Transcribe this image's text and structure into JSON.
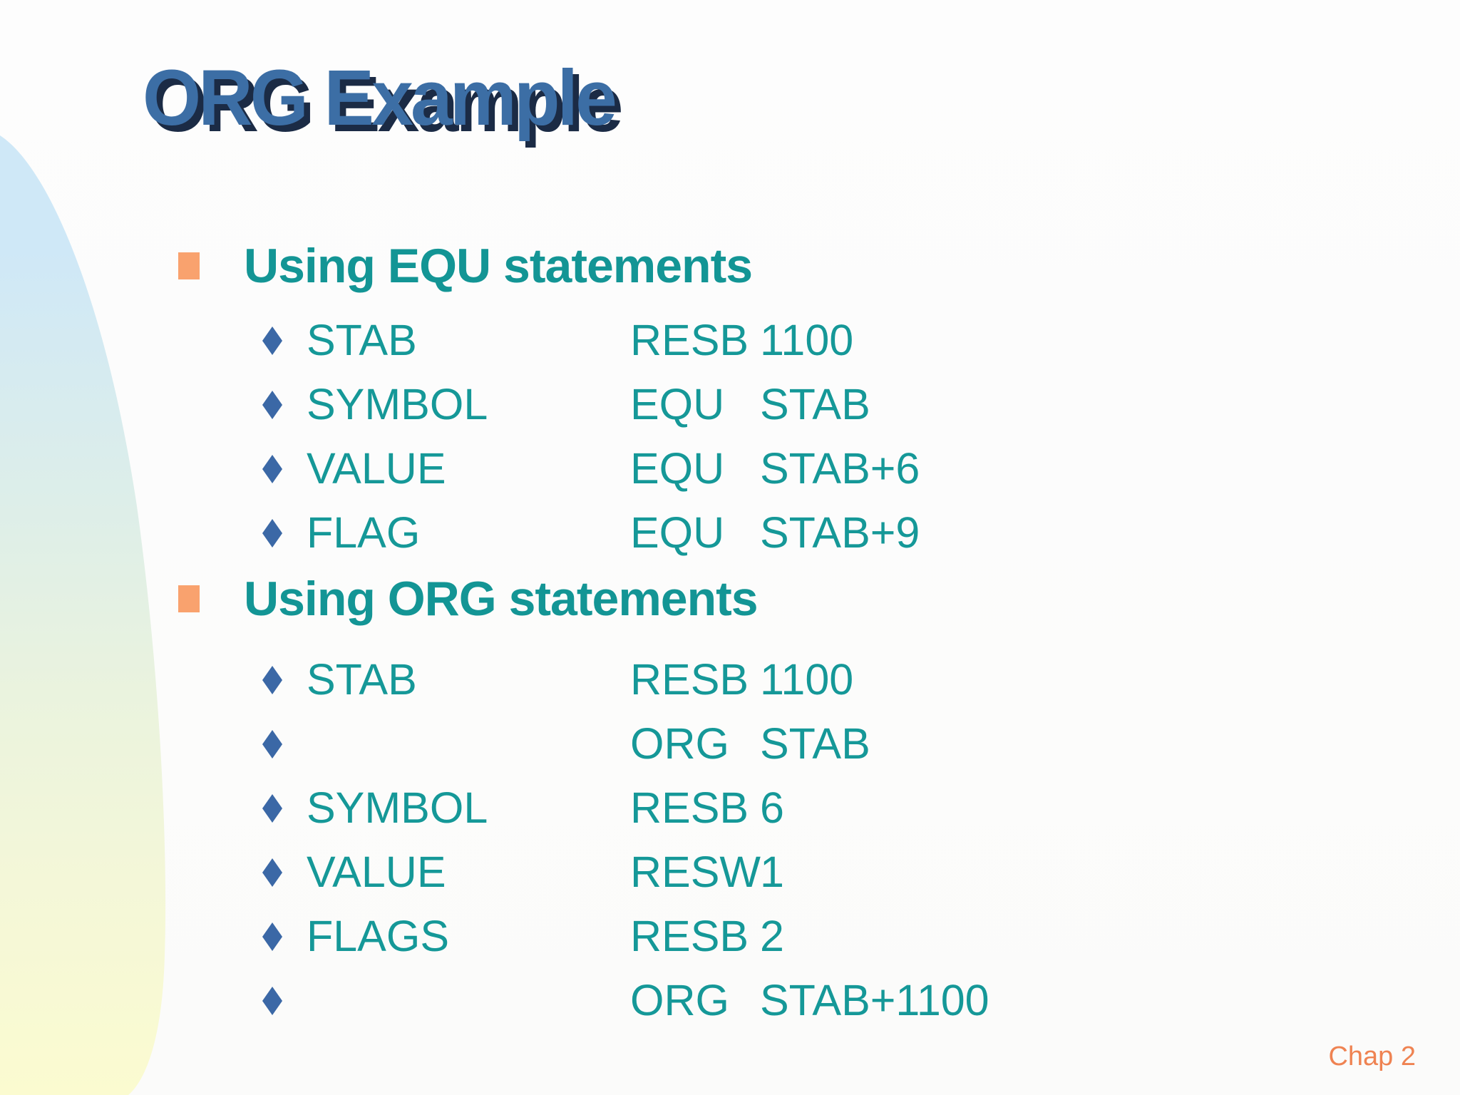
{
  "slide": {
    "title": "ORG Example",
    "footer": "Chap 2",
    "colors": {
      "title_blue": "#3C6EA5",
      "title_shadow": "#1B2B45",
      "teal_text": "#159898",
      "heading_teal": "#139595",
      "square_bullet_orange": "#F9A26E",
      "diamond_bullet_blue": "#3B68A6",
      "footer_orange": "#EF8352",
      "swoosh_top_blue": "#CFE8F7",
      "swoosh_bottom_yellow": "#FBFBD0"
    },
    "sections": [
      {
        "heading": "Using EQU statements",
        "rows": [
          {
            "label": "STAB",
            "opcode": "RESB",
            "operand": "1100"
          },
          {
            "label": "SYMBOL",
            "opcode": "EQU",
            "operand": "STAB"
          },
          {
            "label": "VALUE",
            "opcode": "EQU",
            "operand": "STAB+6"
          },
          {
            "label": "FLAG",
            "opcode": "EQU",
            "operand": "STAB+9"
          }
        ]
      },
      {
        "heading": "Using ORG statements",
        "rows": [
          {
            "label": "STAB",
            "opcode": "RESB",
            "operand": "1100"
          },
          {
            "label": "",
            "opcode": "ORG",
            "operand": "STAB"
          },
          {
            "label": "SYMBOL",
            "opcode": "RESB",
            "operand": "6"
          },
          {
            "label": "VALUE",
            "opcode": "RESW",
            "operand": "1"
          },
          {
            "label": "FLAGS",
            "opcode": "RESB",
            "operand": "2"
          },
          {
            "label": "",
            "opcode": "ORG",
            "operand": "STAB+1100"
          }
        ]
      }
    ]
  }
}
